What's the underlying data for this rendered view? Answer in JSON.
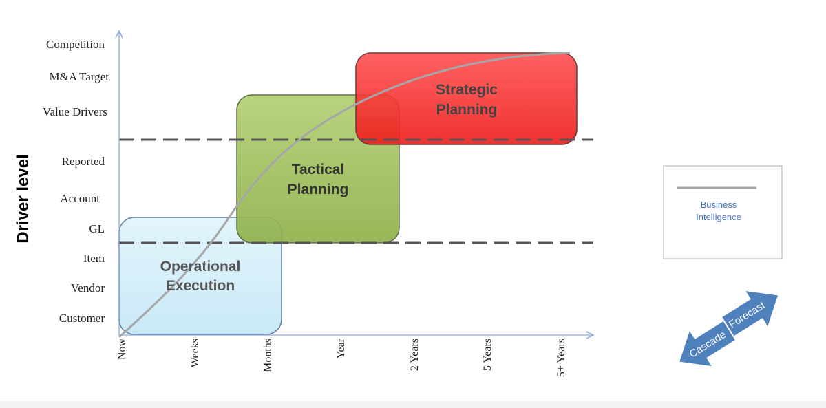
{
  "y_axis": {
    "title": "Driver level",
    "levels": [
      "Customer",
      "Vendor",
      "Item",
      "GL",
      "Account",
      "Reported",
      "Value Drivers",
      "M&A Target",
      "Competition"
    ]
  },
  "x_axis": {
    "ticks": [
      "Now",
      "Weeks",
      "Months",
      "Year",
      "2 Years",
      "5 Years",
      "5+ Years"
    ]
  },
  "boxes": [
    {
      "id": "operational",
      "line1": "Operational",
      "line2": "Execution",
      "fill": "#d4eef8",
      "text_color": "#555555"
    },
    {
      "id": "tactical",
      "line1": "Tactical",
      "line2": "Planning",
      "fill": "#9bbb59",
      "text_color": "#333333"
    },
    {
      "id": "strategic",
      "line1": "Strategic",
      "line2": "Planning",
      "fill": "#ff2b2b",
      "text_color": "#444444"
    }
  ],
  "legend": {
    "line1": "Business",
    "line2": "Intelligence",
    "line_color": "#a6a6a6"
  },
  "arrows": {
    "left_label": "Cascade",
    "right_label": "Forecast",
    "color": "#4f81bd"
  },
  "colors": {
    "axis": "#8eaadb",
    "curve": "#a6a6a6",
    "dashed": "#555555"
  }
}
